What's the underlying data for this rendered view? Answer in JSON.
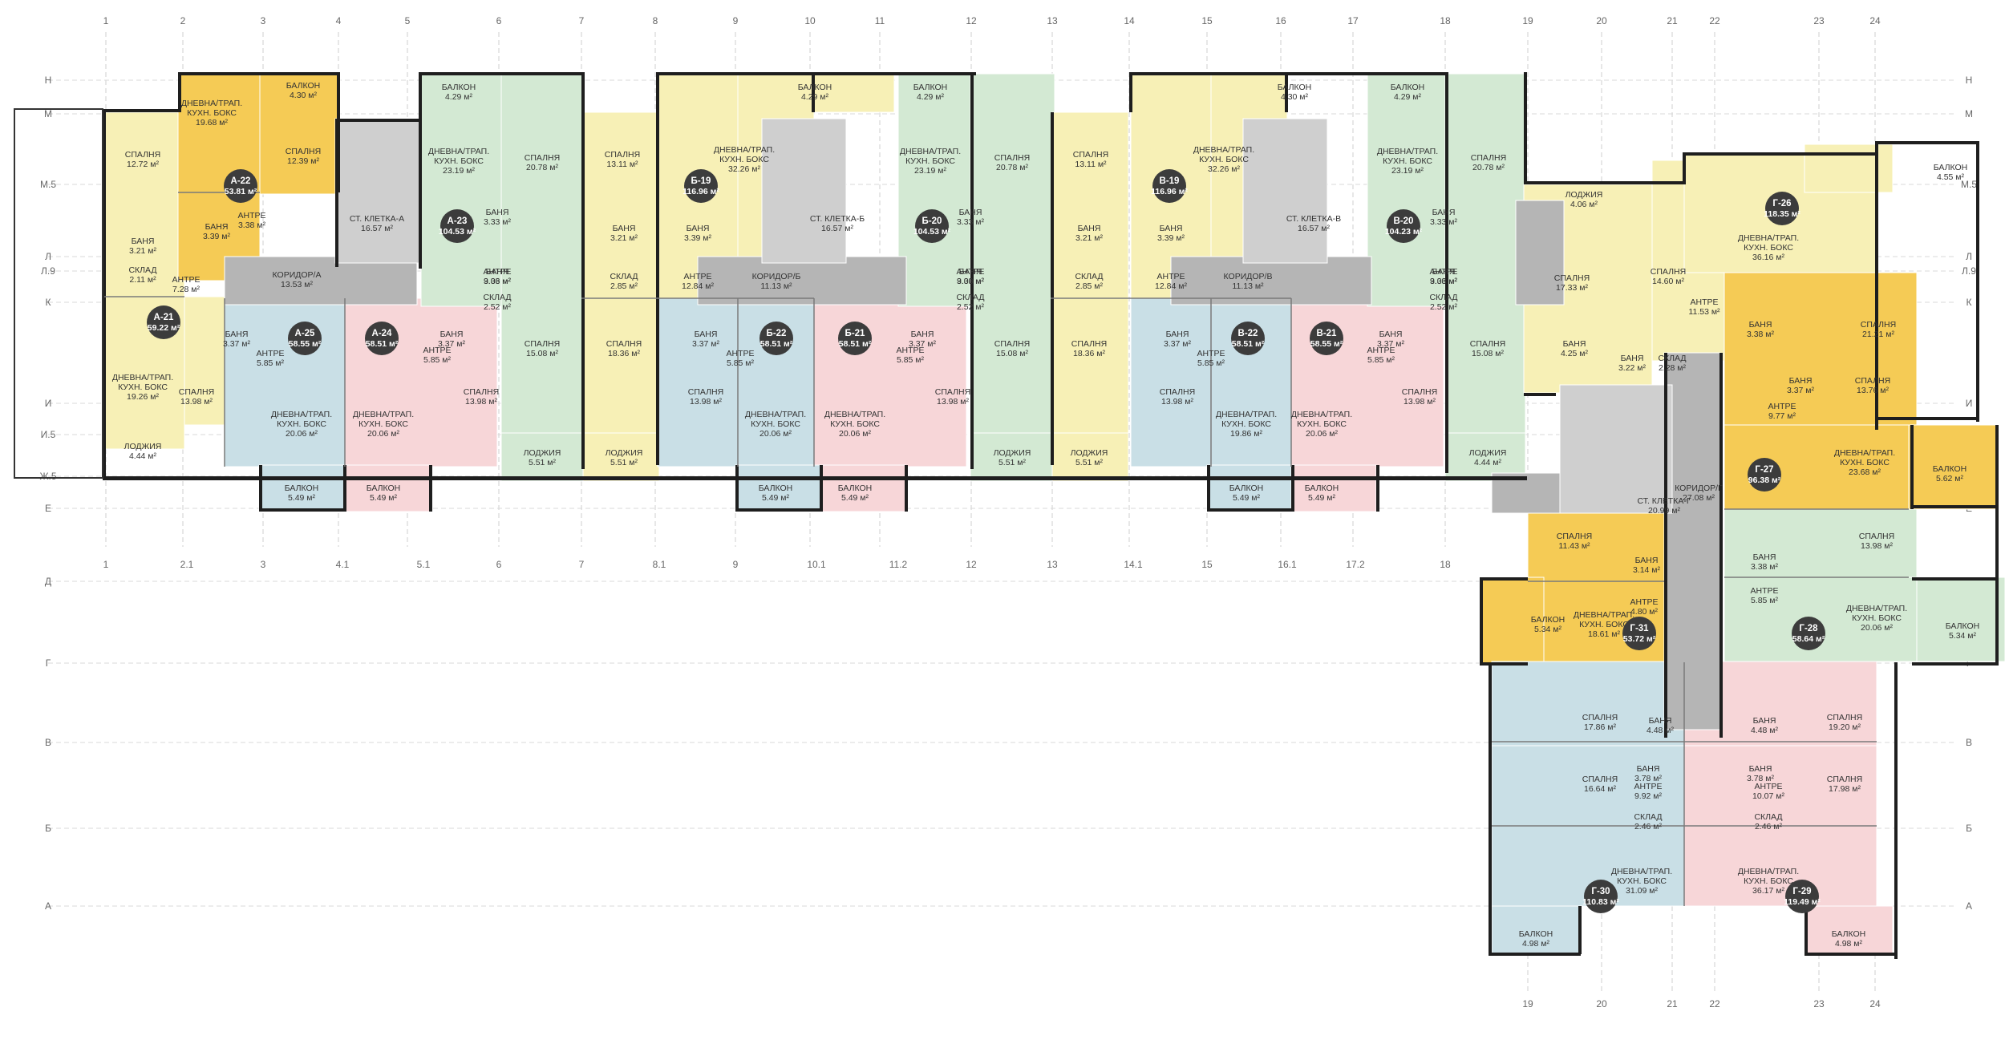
{
  "colors": {
    "yellow": "#f7f0b6",
    "orange": "#f5cb55",
    "green": "#d3e9d3",
    "blue": "#c9dfe6",
    "pink": "#f7d6d8",
    "corridor": "#b5b5b5",
    "stair": "#cfcfcf",
    "wall": "#1e1e1e",
    "badge": "#3c3c3c"
  },
  "axes_top": [
    "1",
    "2",
    "3",
    "4",
    "5",
    "6",
    "7",
    "8",
    "9",
    "10",
    "11",
    "12",
    "13",
    "14",
    "15",
    "16",
    "17",
    "18",
    "19",
    "20",
    "21",
    "22",
    "23",
    "24"
  ],
  "axes_mid": [
    "1",
    "2.1",
    "3",
    "4.1",
    "5.1",
    "6",
    "7",
    "8.1",
    "9",
    "10.1",
    "11.2",
    "12",
    "13",
    "14.1",
    "15",
    "16.1",
    "17.2",
    "18"
  ],
  "axes_bottom": [
    "19",
    "20",
    "21",
    "22",
    "23",
    "24"
  ],
  "axes_rows": [
    "Н",
    "М",
    "М.5",
    "Л",
    "Л.9",
    "К",
    "И",
    "И.5",
    "Ж.5",
    "Е",
    "Д",
    "Г",
    "В",
    "Б",
    "А"
  ],
  "units": [
    {
      "id": "A-22",
      "area": "53.81 м²"
    },
    {
      "id": "A-21",
      "area": "59.22 м²"
    },
    {
      "id": "A-23",
      "area": "104.53 м²"
    },
    {
      "id": "A-25",
      "area": "58.55 м²"
    },
    {
      "id": "A-24",
      "area": "58.51 м²"
    },
    {
      "id": "Б-19",
      "area": "116.96 м²"
    },
    {
      "id": "Б-20",
      "area": "104.53 м²"
    },
    {
      "id": "Б-22",
      "area": "58.51 м²"
    },
    {
      "id": "Б-21",
      "area": "58.51 м²"
    },
    {
      "id": "В-19",
      "area": "116.96 м²"
    },
    {
      "id": "В-20",
      "area": "104.23 м²"
    },
    {
      "id": "В-22",
      "area": "58.51 м²"
    },
    {
      "id": "В-21",
      "area": "58.55 м²"
    },
    {
      "id": "Г-26",
      "area": "118.35 м²"
    },
    {
      "id": "Г-27",
      "area": "96.38 м²"
    },
    {
      "id": "Г-31",
      "area": "53.72 м²"
    },
    {
      "id": "Г-28",
      "area": "58.64 м²"
    },
    {
      "id": "Г-30",
      "area": "110.83 м²"
    },
    {
      "id": "Г-29",
      "area": "119.49 м²"
    }
  ],
  "rooms": [
    {
      "name": "БАЛКОН",
      "area": "4.30 м²"
    },
    {
      "name": "ДНЕВНА/ТРАП. КУХН. БОКС",
      "area": "19.68 м²"
    },
    {
      "name": "СПАЛНЯ",
      "area": "12.72 м²"
    },
    {
      "name": "СПАЛНЯ",
      "area": "12.39 м²"
    },
    {
      "name": "АНТРЕ",
      "area": "3.38 м²"
    },
    {
      "name": "БАНЯ",
      "area": "3.39 м²"
    },
    {
      "name": "БАНЯ",
      "area": "3.21 м²"
    },
    {
      "name": "СКЛАД",
      "area": "2.11 м²"
    },
    {
      "name": "АНТРЕ",
      "area": "7.28 м²"
    },
    {
      "name": "ДНЕВНА/ТРАП. КУХН. БОКС",
      "area": "19.26 м²"
    },
    {
      "name": "ЛОДЖИЯ",
      "area": "4.44 м²"
    },
    {
      "name": "СТ. КЛЕТКА-А",
      "area": "16.57 м²"
    },
    {
      "name": "КОРИДОР/А",
      "area": "13.53 м²"
    },
    {
      "name": "БАЛКОН",
      "area": "4.29 м²"
    },
    {
      "name": "ДНЕВНА/ТРАП. КУХН. БОКС",
      "area": "23.19 м²"
    },
    {
      "name": "СПАЛНЯ",
      "area": "20.78 м²"
    },
    {
      "name": "БАНЯ",
      "area": "3.33 м²"
    },
    {
      "name": "БАНЯ",
      "area": "3.33 м²"
    },
    {
      "name": "АНТРЕ",
      "area": "9.06 м²"
    },
    {
      "name": "СКЛАД",
      "area": "2.52 м²"
    },
    {
      "name": "СПАЛНЯ",
      "area": "15.08 м²"
    },
    {
      "name": "ЛОДЖИЯ",
      "area": "5.51 м²"
    },
    {
      "name": "БАНЯ",
      "area": "3.37 м²"
    },
    {
      "name": "АНТРЕ",
      "area": "5.85 м²"
    },
    {
      "name": "СПАЛНЯ",
      "area": "13.98 м²"
    },
    {
      "name": "ДНЕВНА/ТРАП. КУХН. БОКС",
      "area": "20.06 м²"
    },
    {
      "name": "БАЛКОН",
      "area": "5.49 м²"
    },
    {
      "name": "БАНЯ",
      "area": "3.37 м²"
    },
    {
      "name": "АНТРЕ",
      "area": "5.85 м²"
    },
    {
      "name": "СПАЛНЯ",
      "area": "13.98 м²"
    },
    {
      "name": "ДНЕВНА/ТРАП. КУХН. БОКС",
      "area": "20.06 м²"
    },
    {
      "name": "БАЛКОН",
      "area": "5.49 м²"
    },
    {
      "name": "СПАЛНЯ",
      "area": "13.11 м²"
    },
    {
      "name": "БАНЯ",
      "area": "3.21 м²"
    },
    {
      "name": "СКЛАД",
      "area": "2.85 м²"
    },
    {
      "name": "СПАЛНЯ",
      "area": "18.36 м²"
    },
    {
      "name": "ЛОДЖИЯ",
      "area": "5.51 м²"
    },
    {
      "name": "БАЛКОН",
      "area": "4.29 м²"
    },
    {
      "name": "ДНЕВНА/ТРАП. КУХН. БОКС",
      "area": "32.26 м²"
    },
    {
      "name": "БАНЯ",
      "area": "3.39 м²"
    },
    {
      "name": "АНТРЕ",
      "area": "12.84 м²"
    },
    {
      "name": "СТ. КЛЕТКА-Б",
      "area": "16.57 м²"
    },
    {
      "name": "КОРИДОР/Б",
      "area": "11.13 м²"
    },
    {
      "name": "БАЛКОН",
      "area": "4.29 м²"
    },
    {
      "name": "ДНЕВНА/ТРАП. КУХН. БОКС",
      "area": "23.19 м²"
    },
    {
      "name": "СПАЛНЯ",
      "area": "20.78 м²"
    },
    {
      "name": "БАНЯ",
      "area": "3.33 м²"
    },
    {
      "name": "БАНЯ",
      "area": "3.33 м²"
    },
    {
      "name": "АНТРЕ",
      "area": "9.06 м²"
    },
    {
      "name": "СКЛАД",
      "area": "2.52 м²"
    },
    {
      "name": "СПАЛНЯ",
      "area": "15.08 м²"
    },
    {
      "name": "ЛОДЖИЯ",
      "area": "5.51 м²"
    },
    {
      "name": "БАНЯ",
      "area": "3.37 м²"
    },
    {
      "name": "АНТРЕ",
      "area": "5.85 м²"
    },
    {
      "name": "СПАЛНЯ",
      "area": "13.98 м²"
    },
    {
      "name": "ДНЕВНА/ТРАП. КУХН. БОКС",
      "area": "20.06 м²"
    },
    {
      "name": "БАЛКОН",
      "area": "5.49 м²"
    },
    {
      "name": "БАНЯ",
      "area": "3.37 м²"
    },
    {
      "name": "АНТРЕ",
      "area": "5.85 м²"
    },
    {
      "name": "СПАЛНЯ",
      "area": "13.98 м²"
    },
    {
      "name": "ДНЕВНА/ТРАП. КУХН. БОКС",
      "area": "20.06 м²"
    },
    {
      "name": "БАЛКОН",
      "area": "5.49 м²"
    },
    {
      "name": "СПАЛНЯ",
      "area": "13.11 м²"
    },
    {
      "name": "БАНЯ",
      "area": "3.21 м²"
    },
    {
      "name": "СКЛАД",
      "area": "2.85 м²"
    },
    {
      "name": "СПАЛНЯ",
      "area": "18.36 м²"
    },
    {
      "name": "ЛОДЖИЯ",
      "area": "5.51 м²"
    },
    {
      "name": "БАЛКОН",
      "area": "4.30 м²"
    },
    {
      "name": "ДНЕВНА/ТРАП. КУХН. БОКС",
      "area": "32.26 м²"
    },
    {
      "name": "БАНЯ",
      "area": "3.39 м²"
    },
    {
      "name": "АНТРЕ",
      "area": "12.84 м²"
    },
    {
      "name": "СТ. КЛЕТКА-В",
      "area": "16.57 м²"
    },
    {
      "name": "КОРИДОР/В",
      "area": "11.13 м²"
    },
    {
      "name": "БАЛКОН",
      "area": "4.29 м²"
    },
    {
      "name": "ДНЕВНА/ТРАП. КУХН. БОКС",
      "area": "23.19 м²"
    },
    {
      "name": "СПАЛНЯ",
      "area": "20.78 м²"
    },
    {
      "name": "БАНЯ",
      "area": "3.33 м²"
    },
    {
      "name": "БАНЯ",
      "area": "3.33 м²"
    },
    {
      "name": "АНТРЕ",
      "area": "9.06 м²"
    },
    {
      "name": "СКЛАД",
      "area": "2.52 м²"
    },
    {
      "name": "СПАЛНЯ",
      "area": "15.08 м²"
    },
    {
      "name": "ЛОДЖИЯ",
      "area": "4.44 м²"
    },
    {
      "name": "БАНЯ",
      "area": "3.37 м²"
    },
    {
      "name": "АНТРЕ",
      "area": "5.85 м²"
    },
    {
      "name": "СПАЛНЯ",
      "area": "13.98 м²"
    },
    {
      "name": "ДНЕВНА/ТРАП. КУХН. БОКС",
      "area": "19.86 м²"
    },
    {
      "name": "БАЛКОН",
      "area": "5.49 м²"
    },
    {
      "name": "БАНЯ",
      "area": "3.37 м²"
    },
    {
      "name": "АНТРЕ",
      "area": "5.85 м²"
    },
    {
      "name": "СПАЛНЯ",
      "area": "13.98 м²"
    },
    {
      "name": "ДНЕВНА/ТРАП. КУХН. БОКС",
      "area": "20.06 м²"
    },
    {
      "name": "БАЛКОН",
      "area": "5.49 м²"
    },
    {
      "name": "ЛОДЖИЯ",
      "area": "4.06 м²"
    },
    {
      "name": "СПАЛНЯ",
      "area": "17.33 м²"
    },
    {
      "name": "СПАЛНЯ",
      "area": "14.60 м²"
    },
    {
      "name": "БАНЯ",
      "area": "4.25 м²"
    },
    {
      "name": "БАНЯ",
      "area": "3.22 м²"
    },
    {
      "name": "СКЛАД",
      "area": "2.28 м²"
    },
    {
      "name": "АНТРЕ",
      "area": "11.53 м²"
    },
    {
      "name": "ДНЕВНА/ТРАП. КУХН. БОКС",
      "area": "36.16 м²"
    },
    {
      "name": "БАЛКОН",
      "area": "4.55 м²"
    },
    {
      "name": "БАНЯ",
      "area": "3.38 м²"
    },
    {
      "name": "СПАЛНЯ",
      "area": "21.21 м²"
    },
    {
      "name": "БАНЯ",
      "area": "3.37 м²"
    },
    {
      "name": "СПАЛНЯ",
      "area": "13.76 м²"
    },
    {
      "name": "АНТРЕ",
      "area": "9.77 м²"
    },
    {
      "name": "ДНЕВНА/ТРАП. КУХН. БОКС",
      "area": "23.68 м²"
    },
    {
      "name": "БАЛКОН",
      "area": "5.62 м²"
    },
    {
      "name": "КОРИДОР/Г",
      "area": "27.08 м²"
    },
    {
      "name": "СТ. КЛЕТКА-Г",
      "area": "20.99 м²"
    },
    {
      "name": "СПАЛНЯ",
      "area": "11.43 м²"
    },
    {
      "name": "БАНЯ",
      "area": "3.14 м²"
    },
    {
      "name": "АНТРЕ",
      "area": "4.80 м²"
    },
    {
      "name": "ДНЕВНА/ТРАП. КУХН. БОКС",
      "area": "18.61 м²"
    },
    {
      "name": "БАЛКОН",
      "area": "5.34 м²"
    },
    {
      "name": "СПАЛНЯ",
      "area": "13.98 м²"
    },
    {
      "name": "БАНЯ",
      "area": "3.38 м²"
    },
    {
      "name": "АНТРЕ",
      "area": "5.85 м²"
    },
    {
      "name": "ДНЕВНА/ТРАП. КУХН. БОКС",
      "area": "20.06 м²"
    },
    {
      "name": "БАЛКОН",
      "area": "5.34 м²"
    },
    {
      "name": "СПАЛНЯ",
      "area": "17.86 м²"
    },
    {
      "name": "БАНЯ",
      "area": "4.48 м²"
    },
    {
      "name": "СПАЛНЯ",
      "area": "16.64 м²"
    },
    {
      "name": "БАНЯ",
      "area": "3.78 м²"
    },
    {
      "name": "АНТРЕ",
      "area": "9.92 м²"
    },
    {
      "name": "СКЛАД",
      "area": "2.46 м²"
    },
    {
      "name": "ДНЕВНА/ТРАП. КУХН. БОКС",
      "area": "31.09 м²"
    },
    {
      "name": "БАЛКОН",
      "area": "4.98 м²"
    },
    {
      "name": "СПАЛНЯ",
      "area": "19.20 м²"
    },
    {
      "name": "БАНЯ",
      "area": "4.48 м²"
    },
    {
      "name": "СПАЛНЯ",
      "area": "17.98 м²"
    },
    {
      "name": "БАНЯ",
      "area": "3.78 м²"
    },
    {
      "name": "АНТРЕ",
      "area": "10.07 м²"
    },
    {
      "name": "СКЛАД",
      "area": "2.46 м²"
    },
    {
      "name": "ДНЕВНА/ТРАП. КУХН. БОКС",
      "area": "36.17 м²"
    },
    {
      "name": "БАЛКОН",
      "area": "4.98 м²"
    }
  ]
}
